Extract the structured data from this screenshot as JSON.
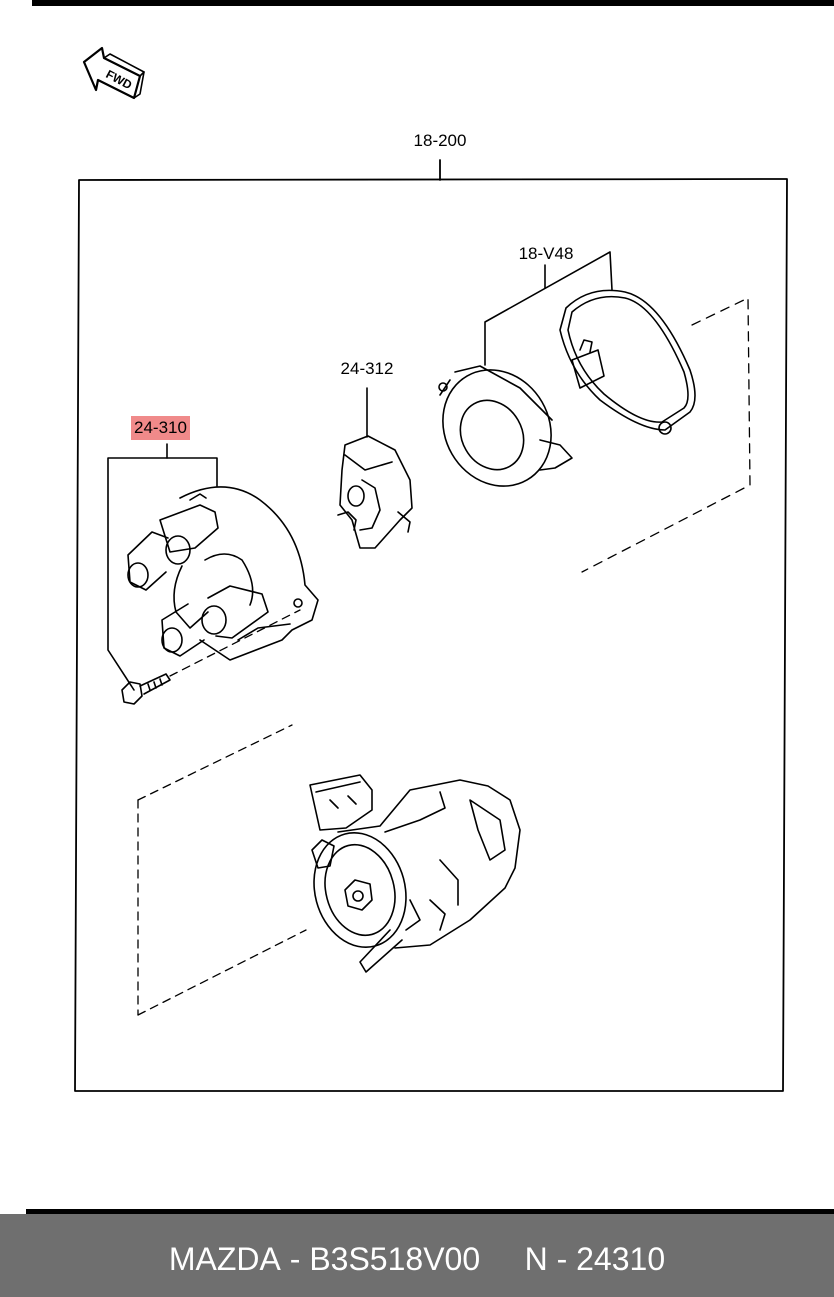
{
  "diagram": {
    "arrow_label": "FWD",
    "callouts": {
      "assembly": "18-200",
      "pickup": "18-V48",
      "rotor": "24-312",
      "cap": "24-310"
    }
  },
  "footer": {
    "brand": "MAZDA",
    "part_number": "B3S518V00",
    "ref": "N - 24310"
  },
  "colors": {
    "highlight": "#f08a8a",
    "footer_bg": "#6f6f6f",
    "footer_text": "#ffffff"
  }
}
